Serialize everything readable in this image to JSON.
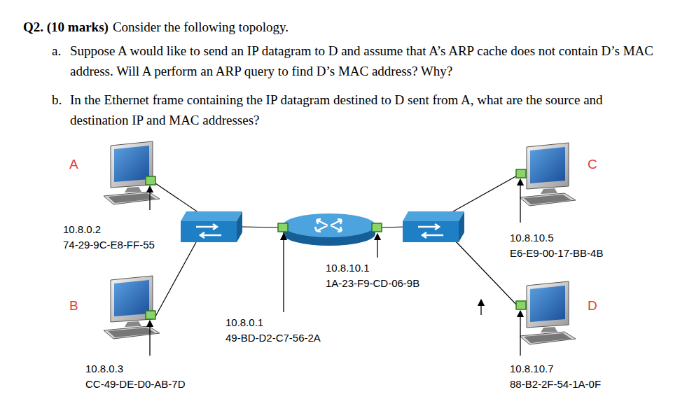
{
  "diagram": {
    "title": "Q2. (10 marks)",
    "nodes": [
      {
        "text": [
          "A"
        ]
      },
      {
        "text": [
          "B"
        ]
      },
      {
        "text": [
          "C"
        ]
      },
      {
        "text": [
          "D"
        ]
      }
    ],
    "labels": [
      "Consider the following topology.",
      "a.",
      "Suppose A would like to send an IP datagram to D and assume that A’s ARP cache does not contain D’s MAC address. Will A perform an ARP query to find D’s MAC address? Why?",
      "b.",
      "In the Ethernet frame containing the IP datagram destined to D sent from A, what are the source and destination IP and MAC addresses?",
      "10.8.0.2",
      "74-29-9C-E8-FF-55",
      "10.8.0.3",
      "CC-49-DE-D0-AB-7D",
      "10.8.0.1",
      "49-BD-D2-C7-56-2A",
      "10.8.10.1",
      "1A-23-F9-CD-06-9B",
      "10.8.10.5",
      "E6-E9-00-17-BB-4B",
      "10.8.10.7",
      "88-B2-2F-54-1A-0F"
    ]
  }
}
